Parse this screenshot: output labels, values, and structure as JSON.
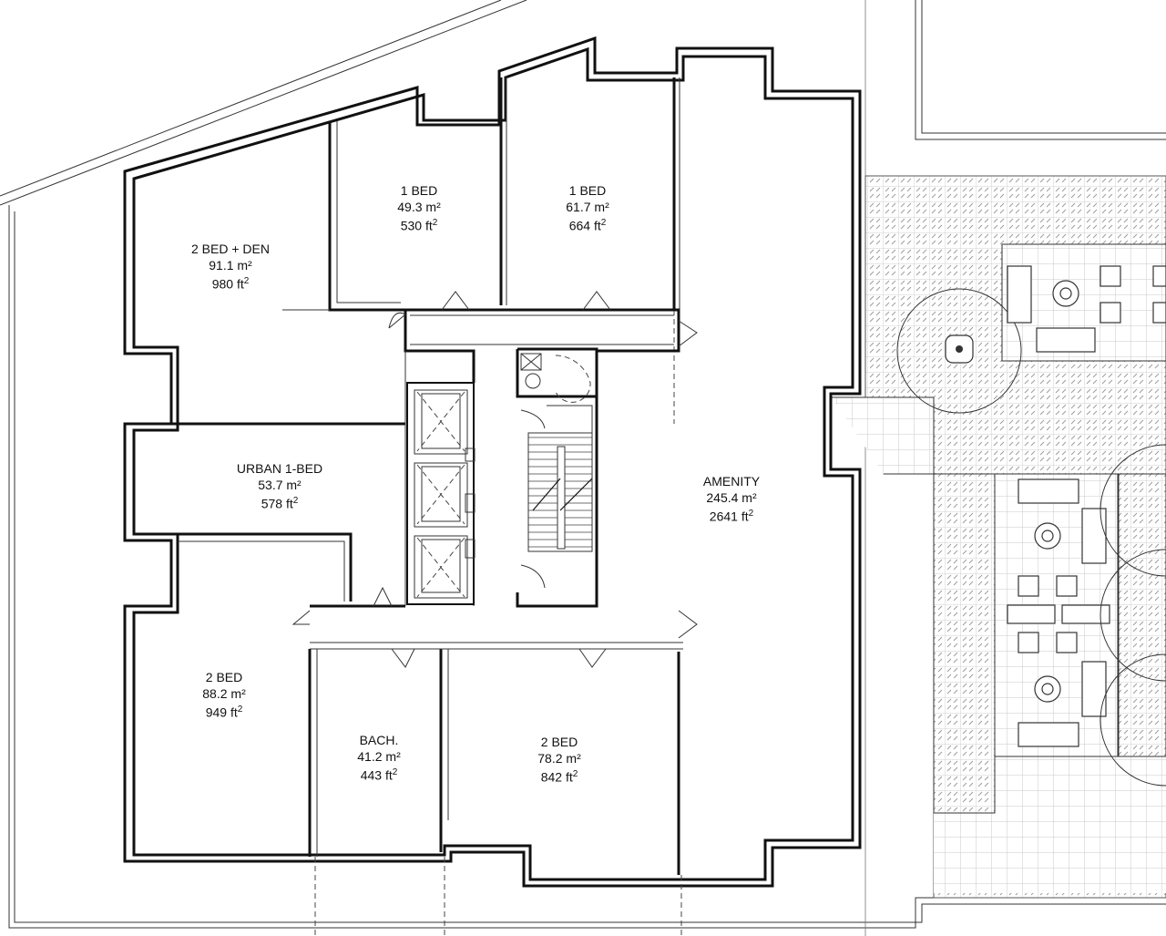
{
  "rooms": [
    {
      "id": "two-bed-den",
      "name": "2 BED + DEN",
      "area_m": "91.1 m²",
      "area_ft": "980 ft",
      "sup": "2"
    },
    {
      "id": "one-bed-a",
      "name": "1 BED",
      "area_m": "49.3 m²",
      "area_ft": "530 ft",
      "sup": "2"
    },
    {
      "id": "one-bed-b",
      "name": "1 BED",
      "area_m": "61.7 m²",
      "area_ft": "664 ft",
      "sup": "2"
    },
    {
      "id": "urban-one-bed",
      "name": "URBAN 1-BED",
      "area_m": "53.7 m²",
      "area_ft": "578 ft",
      "sup": "2"
    },
    {
      "id": "amenity",
      "name": "AMENITY",
      "area_m": "245.4 m²",
      "area_ft": "2641 ft",
      "sup": "2"
    },
    {
      "id": "two-bed-a",
      "name": "2 BED",
      "area_m": "88.2 m²",
      "area_ft": "949 ft",
      "sup": "2"
    },
    {
      "id": "bachelor",
      "name": "BACH.",
      "area_m": "41.2 m²",
      "area_ft": "443 ft",
      "sup": "2"
    },
    {
      "id": "two-bed-b",
      "name": "2 BED",
      "area_m": "78.2 m²",
      "area_ft": "842 ft",
      "sup": "2"
    }
  ],
  "colors": {
    "wall": "#111111",
    "grid": "#c8c8c8",
    "hatch": "#9a9a9a"
  }
}
